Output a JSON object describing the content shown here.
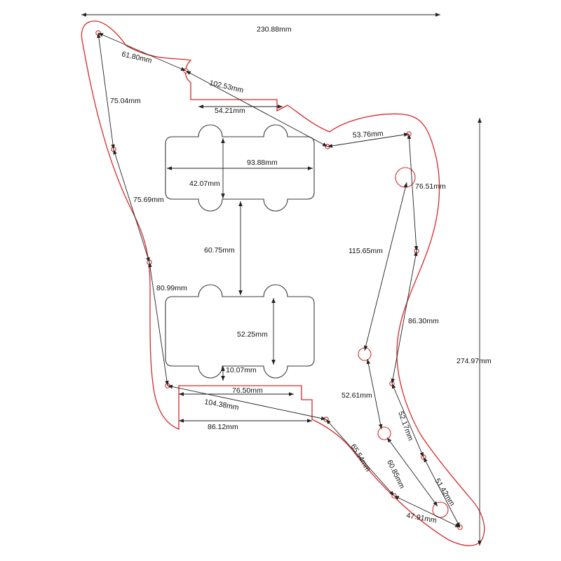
{
  "title": "",
  "colors": {
    "outline": "#d62a2a",
    "inner": "#3a3a3a",
    "dimension": "#222222",
    "background": "#ffffff"
  },
  "dimensions": {
    "overall_width": "230.88mm",
    "overall_height": "274.97mm",
    "d_61_80": "61.80mm",
    "d_102_53": "102.53mm",
    "d_54_21": "54.21mm",
    "d_53_76": "53.76mm",
    "d_75_04": "75.04mm",
    "d_93_88": "93.88mm",
    "d_42_07": "42.07mm",
    "d_76_51": "76.51mm",
    "d_75_69": "75.69mm",
    "d_60_75": "60.75mm",
    "d_115_65": "115.65mm",
    "d_80_99": "80.99mm",
    "d_86_30": "86.30mm",
    "d_52_25": "52.25mm",
    "d_10_07": "10.07mm",
    "d_76_50": "76.50mm",
    "d_104_38": "104.38mm",
    "d_52_61": "52.61mm",
    "d_86_12": "86.12mm",
    "d_52_17": "52.17mm",
    "d_65_54": "65.54mm",
    "d_60_85": "60.85mm",
    "d_51_42": "51.42mm",
    "d_47_91": "47.91mm"
  }
}
